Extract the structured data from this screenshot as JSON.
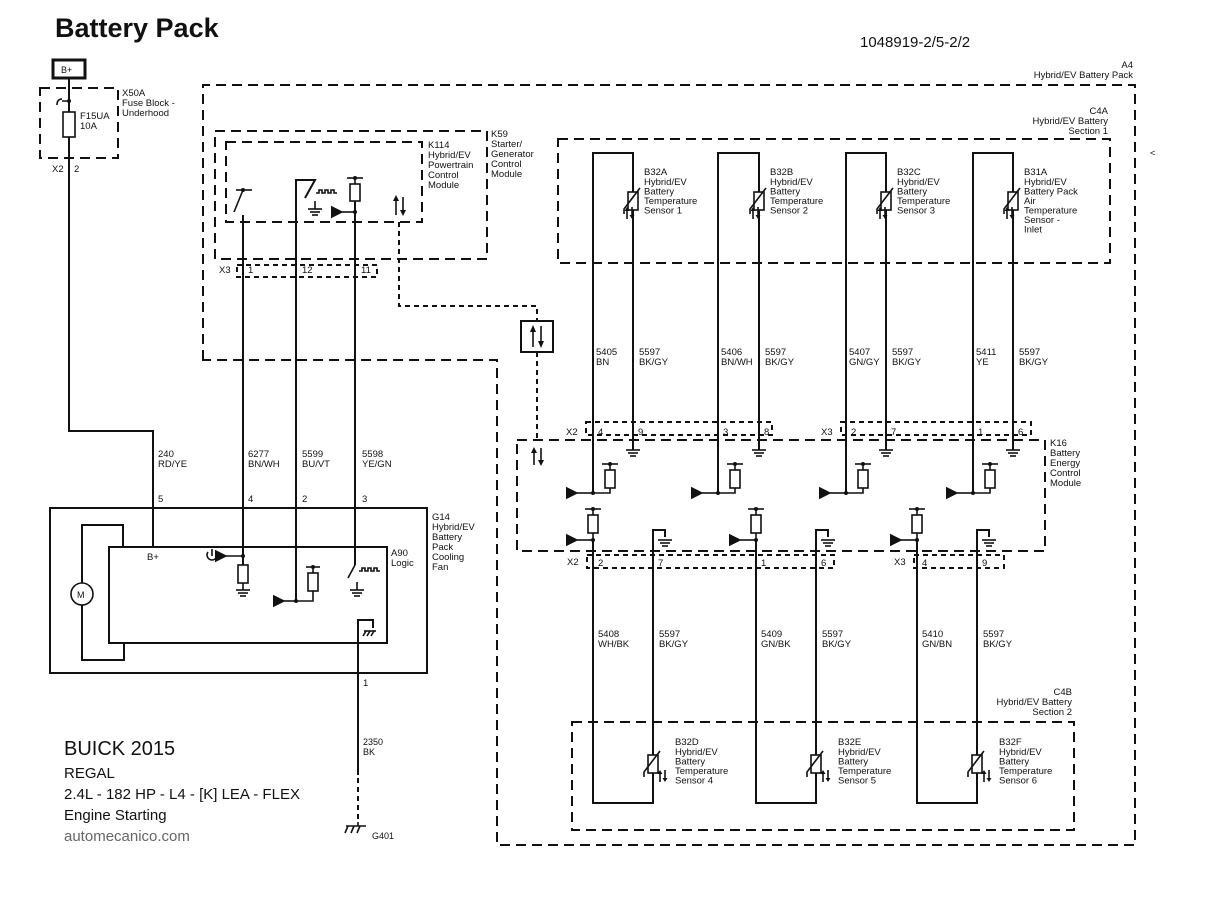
{
  "header": {
    "title": "Battery Pack",
    "doc_number": "1048919-2/5-2/2",
    "side_glyph": "<"
  },
  "vehicle_info": {
    "make_year": "BUICK 2015",
    "model": "REGAL",
    "engine": "2.4L - 182 HP - L4 - [K] LEA - FLEX",
    "system": "Engine Starting",
    "source": "automecanico.com"
  },
  "power_source": {
    "label": "B+"
  },
  "fuse_block": {
    "id": "X50A",
    "name_lines": [
      "Fuse Block -",
      "Underhood"
    ],
    "fuse_id": "F15UA",
    "fuse_rating": "10A",
    "connector": "X2",
    "pin": "2"
  },
  "modules": {
    "k59": {
      "id": "K59",
      "name_lines": [
        "Starter/",
        "Generator",
        "Control",
        "Module"
      ]
    },
    "k114": {
      "id": "K114",
      "name_lines": [
        "Hybrid/EV",
        "Powertrain",
        "Control",
        "Module"
      ],
      "connector": "X3",
      "pins": [
        "1",
        "12",
        "11"
      ]
    },
    "a4": {
      "id": "A4",
      "name": "Hybrid/EV Battery Pack"
    },
    "c4a": {
      "id": "C4A",
      "name_lines": [
        "Hybrid/EV Battery",
        "Section 1"
      ]
    },
    "c4b": {
      "id": "C4B",
      "name_lines": [
        "Hybrid/EV Battery",
        "Section 2"
      ]
    },
    "k16": {
      "id": "K16",
      "name_lines": [
        "Battery",
        "Energy",
        "Control",
        "Module"
      ]
    },
    "g14": {
      "id": "G14",
      "name_lines": [
        "Hybrid/EV",
        "Battery",
        "Pack",
        "Cooling",
        "Fan"
      ],
      "pins": [
        "5",
        "4",
        "2",
        "3",
        "1"
      ]
    },
    "a90": {
      "id": "A90",
      "name": "Logic",
      "bplus_label": "B+",
      "motor_label": "M"
    }
  },
  "fan_wires": [
    {
      "circuit": "240",
      "color": "RD/YE"
    },
    {
      "circuit": "6277",
      "color": "BN/WH"
    },
    {
      "circuit": "5599",
      "color": "BU/VT"
    },
    {
      "circuit": "5598",
      "color": "YE/GN"
    }
  ],
  "ground_wire": {
    "circuit": "2350",
    "color": "BK",
    "ground_id": "G401"
  },
  "sensors_top": [
    {
      "id": "B32A",
      "name_lines": [
        "Hybrid/EV",
        "Battery",
        "Temperature",
        "Sensor 1"
      ],
      "signal_circuit": "5405",
      "signal_color": "BN",
      "return_circuit": "5597",
      "return_color": "BK/GY",
      "connector": "X2",
      "signal_pin": "4",
      "return_pin": "9"
    },
    {
      "id": "B32B",
      "name_lines": [
        "Hybrid/EV",
        "Battery",
        "Temperature",
        "Sensor 2"
      ],
      "signal_circuit": "5406",
      "signal_color": "BN/WH",
      "return_circuit": "5597",
      "return_color": "BK/GY",
      "connector": "",
      "signal_pin": "3",
      "return_pin": "8"
    },
    {
      "id": "B32C",
      "name_lines": [
        "Hybrid/EV",
        "Battery",
        "Temperature",
        "Sensor 3"
      ],
      "signal_circuit": "5407",
      "signal_color": "GN/GY",
      "return_circuit": "5597",
      "return_color": "BK/GY",
      "connector": "X3",
      "signal_pin": "2",
      "return_pin": "7"
    },
    {
      "id": "B31A",
      "name_lines": [
        "Hybrid/EV",
        "Battery Pack",
        "Air",
        "Temperature",
        "Sensor -",
        "Inlet"
      ],
      "signal_circuit": "5411",
      "signal_color": "YE",
      "return_circuit": "5597",
      "return_color": "BK/GY",
      "connector": "",
      "signal_pin": "1",
      "return_pin": "6"
    }
  ],
  "sensors_bottom": [
    {
      "id": "B32D",
      "name_lines": [
        "Hybrid/EV",
        "Battery",
        "Temperature",
        "Sensor 4"
      ],
      "signal_circuit": "5408",
      "signal_color": "WH/BK",
      "return_circuit": "5597",
      "return_color": "BK/GY",
      "connector": "X2",
      "signal_pin": "2",
      "return_pin": "7"
    },
    {
      "id": "B32E",
      "name_lines": [
        "Hybrid/EV",
        "Battery",
        "Temperature",
        "Sensor 5"
      ],
      "signal_circuit": "5409",
      "signal_color": "GN/BK",
      "return_circuit": "5597",
      "return_color": "BK/GY",
      "connector": "",
      "signal_pin": "1",
      "return_pin": "6"
    },
    {
      "id": "B32F",
      "name_lines": [
        "Hybrid/EV",
        "Battery",
        "Temperature",
        "Sensor 6"
      ],
      "signal_circuit": "5410",
      "signal_color": "GN/BN",
      "return_circuit": "5597",
      "return_color": "BK/GY",
      "connector": "X3",
      "signal_pin": "4",
      "return_pin": "9"
    }
  ],
  "k16_connector_top": {
    "left": "X2",
    "right": "X3"
  },
  "k16_connector_bottom": {
    "left": "X2",
    "right": "X3"
  }
}
